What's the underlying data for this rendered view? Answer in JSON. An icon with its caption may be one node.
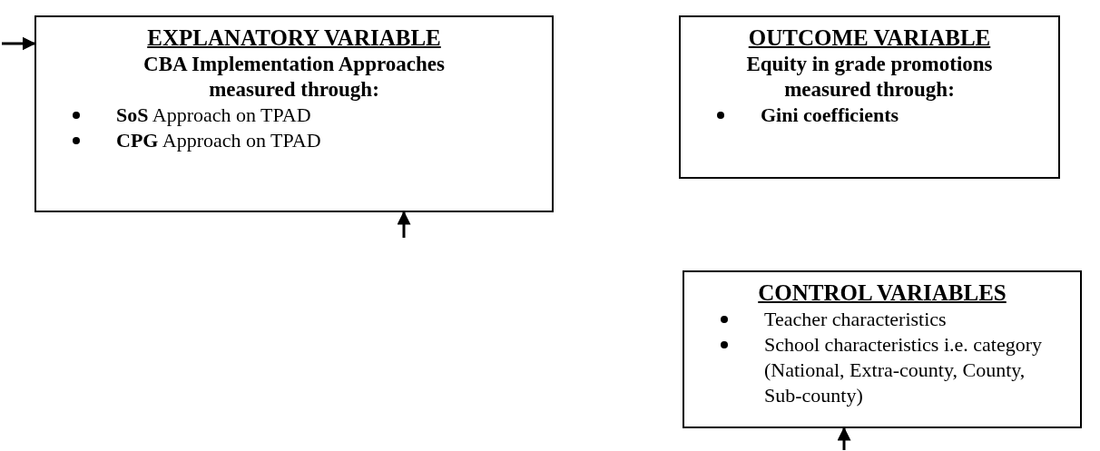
{
  "diagram": {
    "nodes": [
      {
        "text": [
          "EXPLANATORY VARIABLE",
          "CBA Implementation Approaches measured through:",
          "**SoS** Approach on TPAD",
          "**CPG** Approach on TPAD"
        ]
      },
      {
        "text": [
          "OUTCOME VARIABLE",
          "Equity in grade promotions measured through:",
          "Gini coefficients"
        ]
      },
      {
        "text": [
          "CONTROL VARIABLES",
          "Teacher characteristics",
          "School characteristics i.e. category (National, Extra-county, County, Sub-county)"
        ]
      }
    ],
    "edges": [
      {
        "from": null,
        "to": 0,
        "arrow": "to"
      },
      {
        "from": null,
        "to": 0,
        "arrow": "to"
      },
      {
        "from": null,
        "to": 2,
        "arrow": "to"
      }
    ]
  }
}
